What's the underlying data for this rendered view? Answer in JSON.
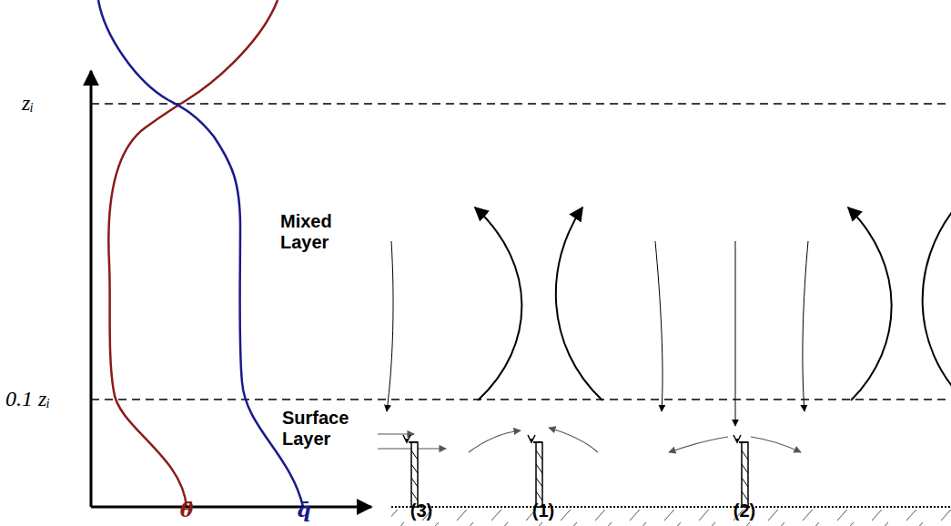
{
  "diagram": {
    "labels": [
      "zᵢ",
      "0.1 zᵢ",
      "Mixed Layer",
      "Surface Layer",
      "θ̄",
      "q̄",
      "(3)",
      "(1)",
      "(2)"
    ]
  }
}
